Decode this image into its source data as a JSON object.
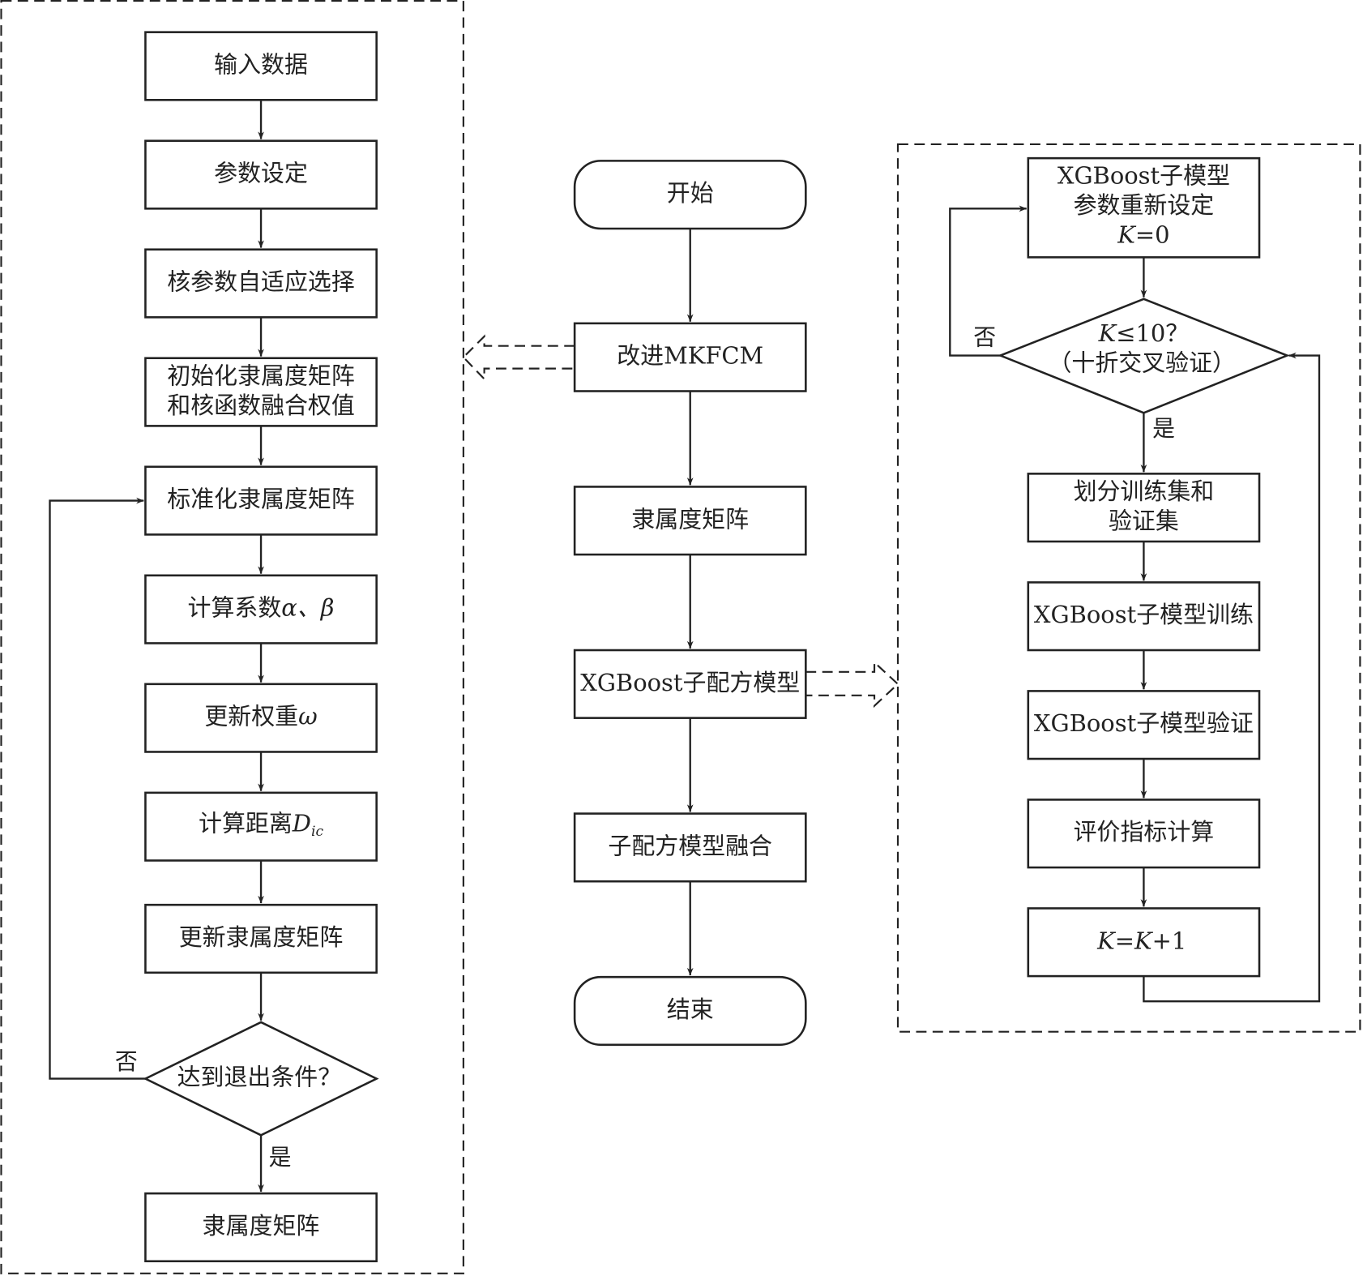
{
  "left_panel": {
    "boxes": [
      {
        "id": "input-data",
        "lines": [
          "输入数据"
        ]
      },
      {
        "id": "param-setting",
        "lines": [
          "参数设定"
        ]
      },
      {
        "id": "kernel-param-adaptive",
        "lines": [
          "核参数自适应选择"
        ]
      },
      {
        "id": "init-membership",
        "lines": [
          "初始化隶属度矩阵",
          "和核函数融合权值"
        ]
      },
      {
        "id": "normalize-membership",
        "lines": [
          "标准化隶属度矩阵"
        ]
      },
      {
        "id": "calc-coeff",
        "prefix": "计算系数",
        "math": "α、β"
      },
      {
        "id": "update-weight",
        "prefix": "更新权重",
        "math": "ω"
      },
      {
        "id": "calc-distance",
        "prefix": "计算距离",
        "math": "D",
        "subscript": "ic"
      },
      {
        "id": "update-membership",
        "lines": [
          "更新隶属度矩阵"
        ]
      },
      {
        "id": "membership-output",
        "lines": [
          "隶属度矩阵"
        ]
      }
    ],
    "decision": {
      "text": "达到退出条件？",
      "no_label": "否",
      "yes_label": "是"
    }
  },
  "center_flow": {
    "start": "开始",
    "steps": [
      "改进MKFCM",
      "隶属度矩阵",
      "XGBoost子配方模型",
      "子配方模型融合"
    ],
    "end": "结束"
  },
  "right_panel": {
    "reset_box": {
      "lines": [
        "XGBoost子模型",
        "参数重新设定"
      ],
      "math_var": "K",
      "math_rest": "=0"
    },
    "decision": {
      "math_var": "K",
      "math_rest": "≤10？",
      "line2": "（十折交叉验证）",
      "no_label": "否",
      "yes_label": "是"
    },
    "steps": [
      {
        "id": "split-sets",
        "lines": [
          "划分训练集和",
          "验证集"
        ]
      },
      {
        "id": "xgb-train",
        "lines": [
          "XGBoost子模型训练"
        ]
      },
      {
        "id": "xgb-validate",
        "lines": [
          "XGBoost子模型验证"
        ]
      },
      {
        "id": "eval-metrics",
        "lines": [
          "评价指标计算"
        ]
      }
    ],
    "increment": {
      "var1": "K",
      "eq": "=",
      "var2": "K",
      "rest": "+1"
    }
  }
}
